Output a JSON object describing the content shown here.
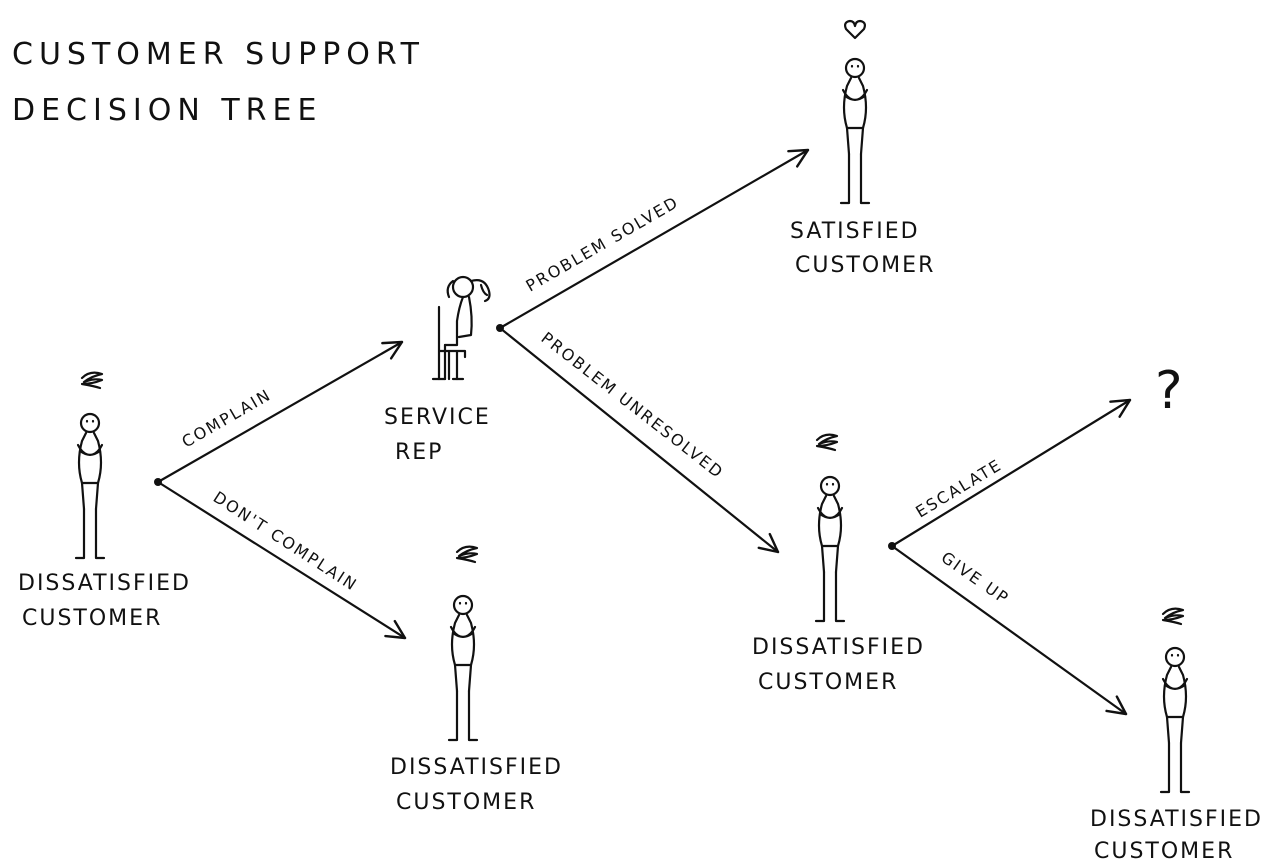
{
  "title": {
    "line1": "CUSTOMER SUPPORT",
    "line2": "DECISION TREE"
  },
  "nodes": {
    "start": {
      "line1": "DISSATISFIED",
      "line2": "CUSTOMER",
      "mood": "scribble"
    },
    "service_rep": {
      "line1": "SERVICE",
      "line2": "REP"
    },
    "no_complain": {
      "line1": "DISSATISFIED",
      "line2": "CUSTOMER",
      "mood": "scribble"
    },
    "satisfied": {
      "line1": "SATISFIED",
      "line2": "CUSTOMER",
      "mood": "heart"
    },
    "unresolved": {
      "line1": "DISSATISFIED",
      "line2": "CUSTOMER",
      "mood": "scribble"
    },
    "unknown": {
      "symbol": "?"
    },
    "gave_up": {
      "line1": "DISSATISFIED",
      "line2": "CUSTOMER",
      "mood": "scribble"
    }
  },
  "edges": {
    "complain": "COMPLAIN",
    "dont_complain": "DON'T COMPLAIN",
    "problem_solved": "PROBLEM SOLVED",
    "problem_unresolved": "PROBLEM UNRESOLVED",
    "escalate": "ESCALATE",
    "give_up": "GIVE UP"
  },
  "icons": {
    "scribble": "angry-scribble-icon",
    "heart": "heart-icon"
  }
}
